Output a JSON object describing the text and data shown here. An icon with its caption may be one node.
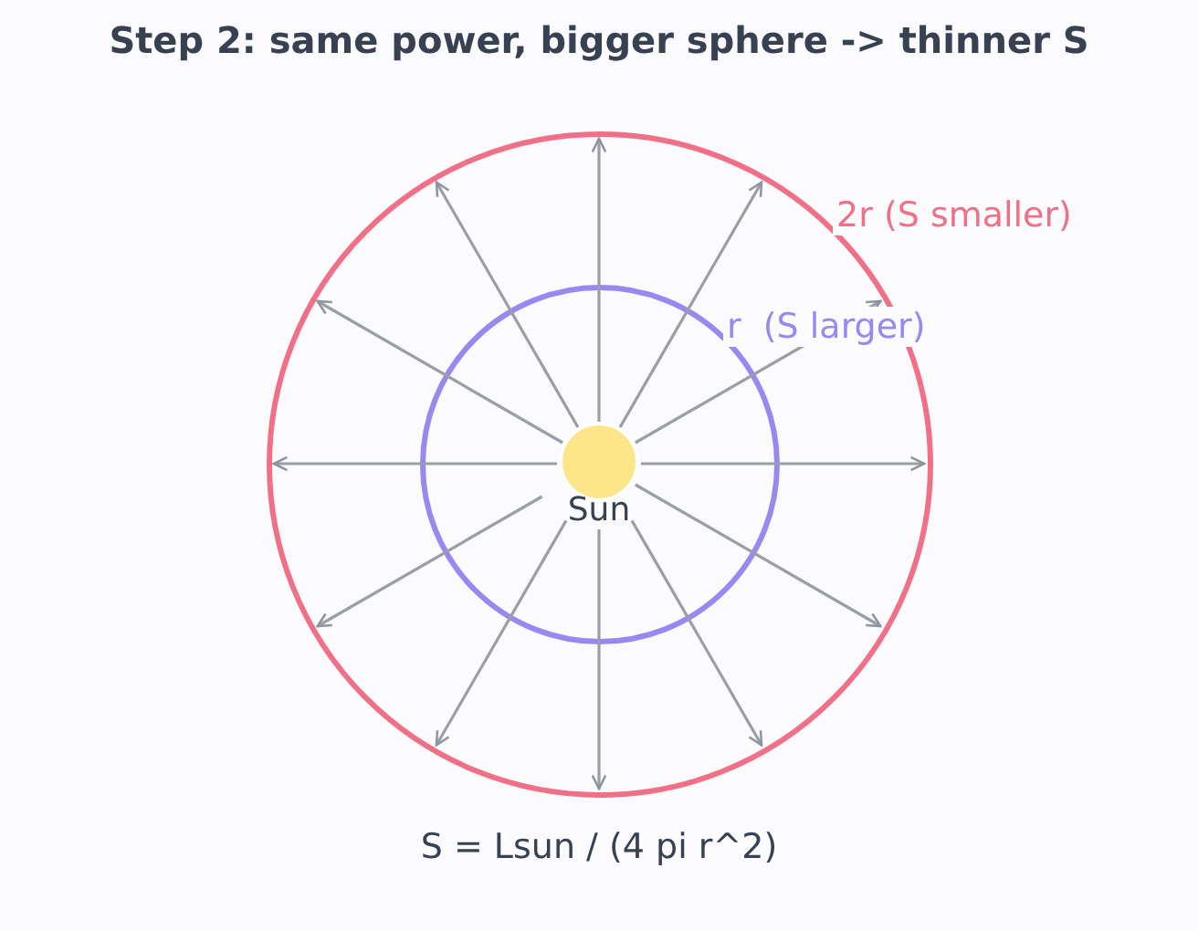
{
  "diagram": {
    "title": "Step 2: same power, bigger sphere -> thinner S",
    "caption": "S = Lsun / (4 pi r^2)",
    "nodes": [
      {
        "text": [],
        "shape": "circle",
        "beside": [
          "2r (S smaller)"
        ]
      },
      {
        "text": [],
        "shape": "circle",
        "beside": [
          "r  (S larger)"
        ],
        "in": 0
      },
      {
        "text": [
          "Sun"
        ],
        "in": 1
      }
    ],
    "edges": [
      {
        "from": 2,
        "to": 0,
        "arrow": "to"
      },
      {
        "from": 2,
        "to": 0,
        "arrow": "to"
      },
      {
        "from": 2,
        "to": 0,
        "arrow": "to"
      },
      {
        "from": 2,
        "to": 0,
        "arrow": "to"
      },
      {
        "from": 2,
        "to": 0,
        "arrow": "to"
      },
      {
        "from": 2,
        "to": 0,
        "arrow": "to"
      },
      {
        "from": 2,
        "to": 0,
        "arrow": "to"
      },
      {
        "from": 2,
        "to": 0,
        "arrow": "to"
      },
      {
        "from": 2,
        "to": 0,
        "arrow": "to"
      },
      {
        "from": 2,
        "to": 0,
        "arrow": "to"
      },
      {
        "from": 2,
        "to": 0,
        "arrow": "to"
      },
      {
        "from": 2,
        "to": 0,
        "arrow": "to"
      }
    ]
  }
}
